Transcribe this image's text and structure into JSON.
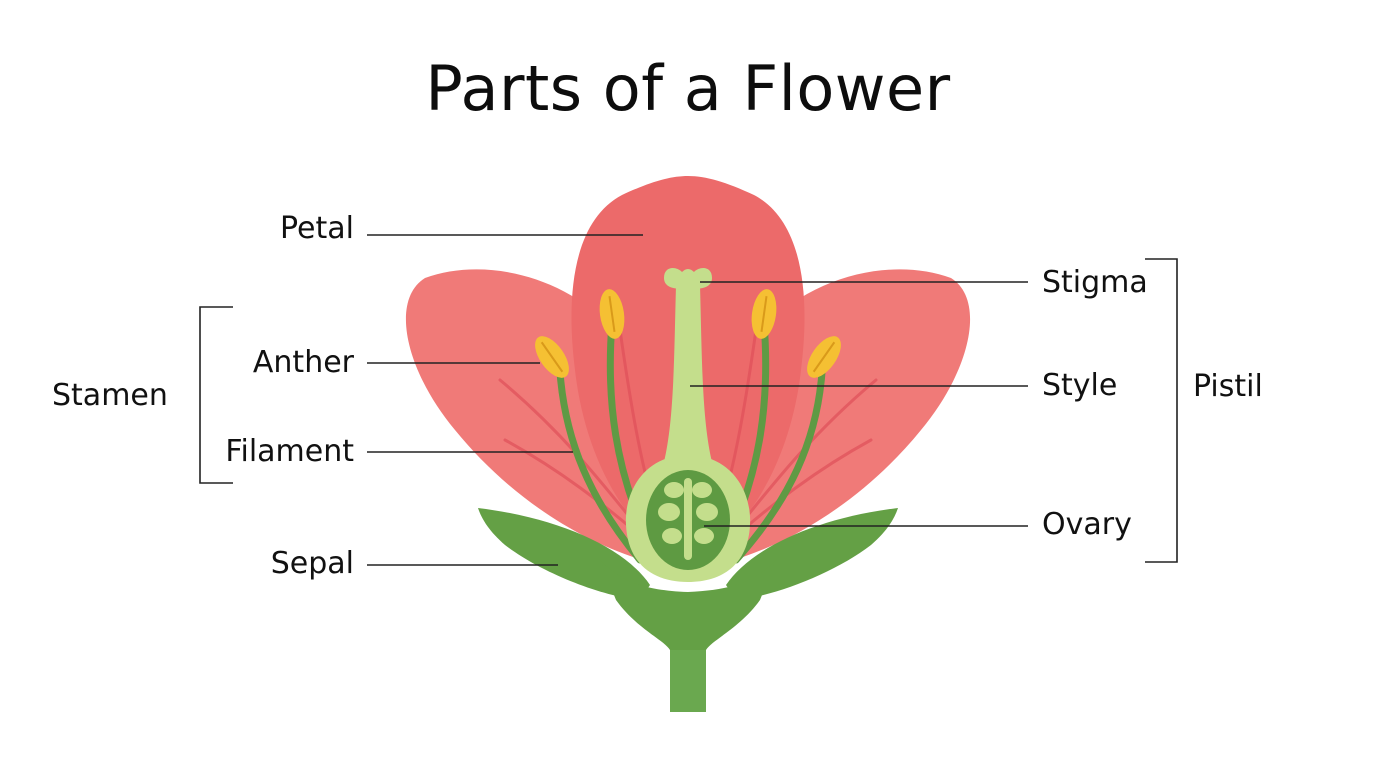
{
  "title": "Parts of a Flower",
  "labels": {
    "petal": "Petal",
    "anther": "Anther",
    "filament": "Filament",
    "sepal": "Sepal",
    "stamen": "Stamen",
    "stigma": "Stigma",
    "style": "Style",
    "ovary": "Ovary",
    "pistil": "Pistil"
  },
  "colors": {
    "petal": "#f07a78",
    "petal_center": "#ec6a6a",
    "vein": "#e0505a",
    "sepal": "#64a045",
    "stem": "#6aa84f",
    "pistil": "#c4de8c",
    "ovary_inner": "#5e9a42",
    "anther": "#f5c033",
    "filament": "#5f9a44",
    "leader_line": "#222222"
  }
}
